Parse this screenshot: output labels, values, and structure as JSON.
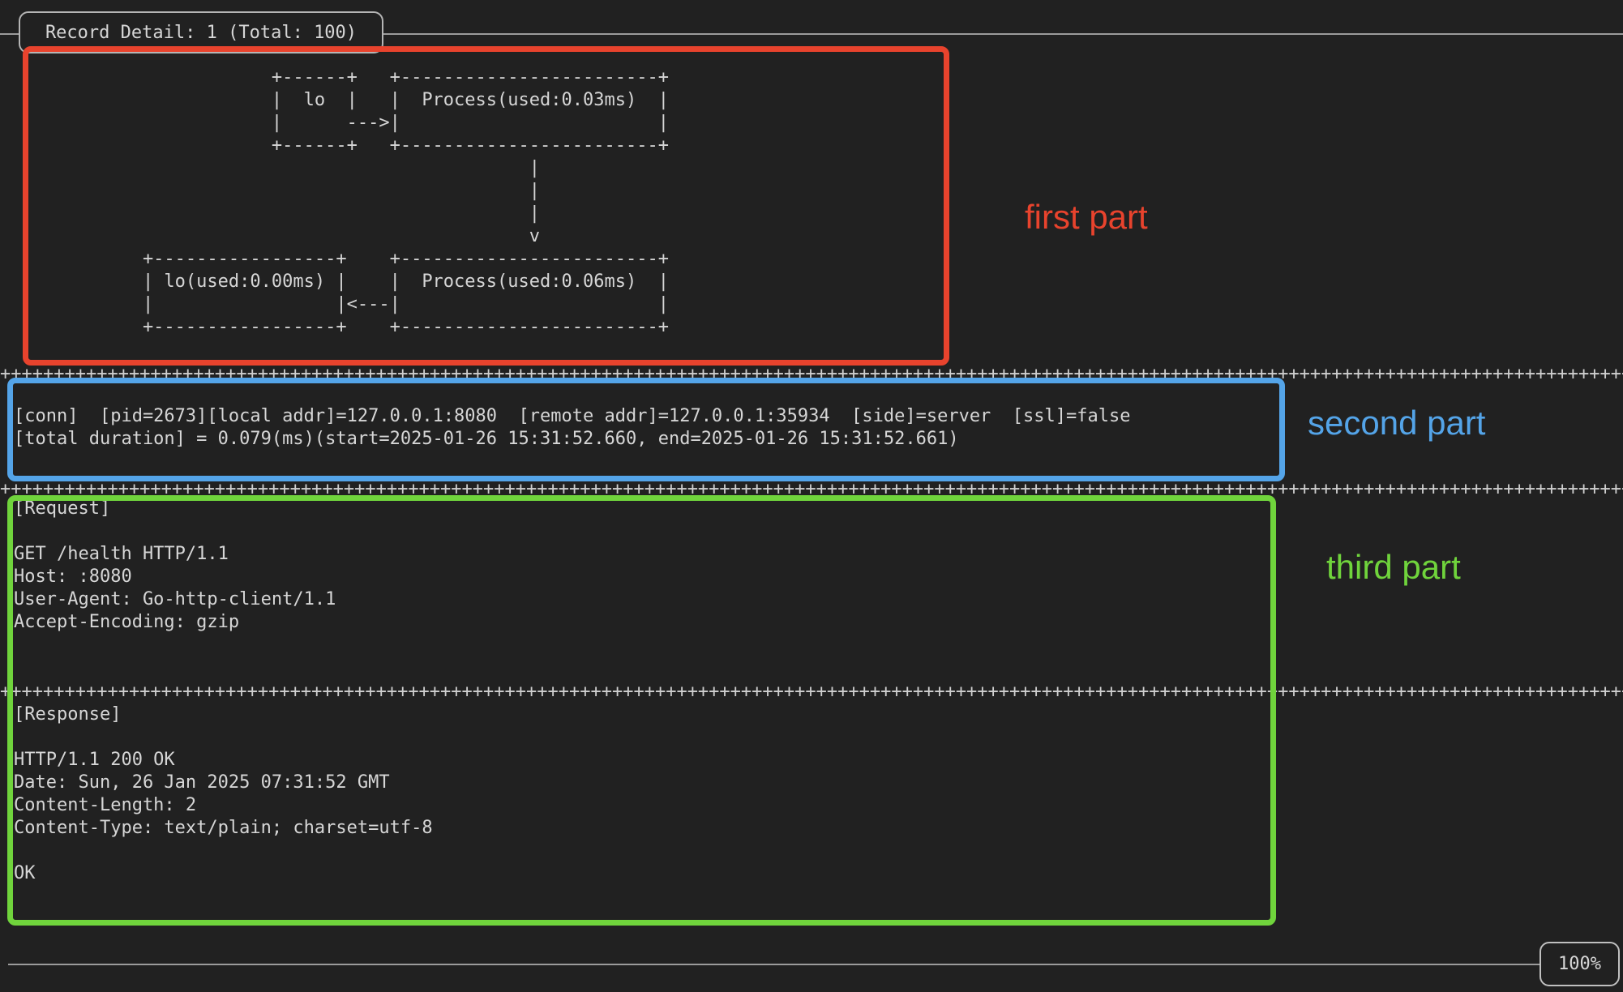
{
  "title": "Record Detail: 1 (Total: 100)",
  "diagram": {
    "lines": [
      "                        +------+   +------------------------+",
      "                        |  lo  |   |  Process(used:0.03ms)  |",
      "                        |      --->|                        |",
      "                        +------+   +------------------------+",
      "                                                |",
      "                                                |",
      "                                                |",
      "                                                v",
      "            +-----------------+    +------------------------+",
      "            | lo(used:0.00ms) |    |  Process(used:0.06ms)  |",
      "            |                 |<---|                        |",
      "            +-----------------+    +------------------------+"
    ]
  },
  "separator_row": "++++++++++++++++++++++++++++++++++++++++++++++++++++++++++++++++++++++++++++++++++++++++++++++++++++++++++++++++++++++++++++++++++++++++++++++++++++++++++++++++",
  "conn": {
    "lines": [
      "[conn]  [pid=2673][local addr]=127.0.0.1:8080  [remote addr]=127.0.0.1:35934  [side]=server  [ssl]=false",
      "[total duration] = 0.079(ms)(start=2025-01-26 15:31:52.660, end=2025-01-26 15:31:52.661)"
    ]
  },
  "request": {
    "lines": [
      "[Request]",
      "",
      "GET /health HTTP/1.1",
      "Host: :8080",
      "User-Agent: Go-http-client/1.1",
      "Accept-Encoding: gzip"
    ]
  },
  "response": {
    "lines": [
      "[Response]",
      "",
      "HTTP/1.1 200 OK",
      "Date: Sun, 26 Jan 2025 07:31:52 GMT",
      "Content-Length: 2",
      "Content-Type: text/plain; charset=utf-8",
      "",
      "OK"
    ]
  },
  "scroll_percent": "100%",
  "annotations": {
    "first": {
      "label": "first part",
      "color": "#e8432d"
    },
    "second": {
      "label": "second part",
      "color": "#54a4e8"
    },
    "third": {
      "label": "third part",
      "color": "#70d43c"
    }
  }
}
